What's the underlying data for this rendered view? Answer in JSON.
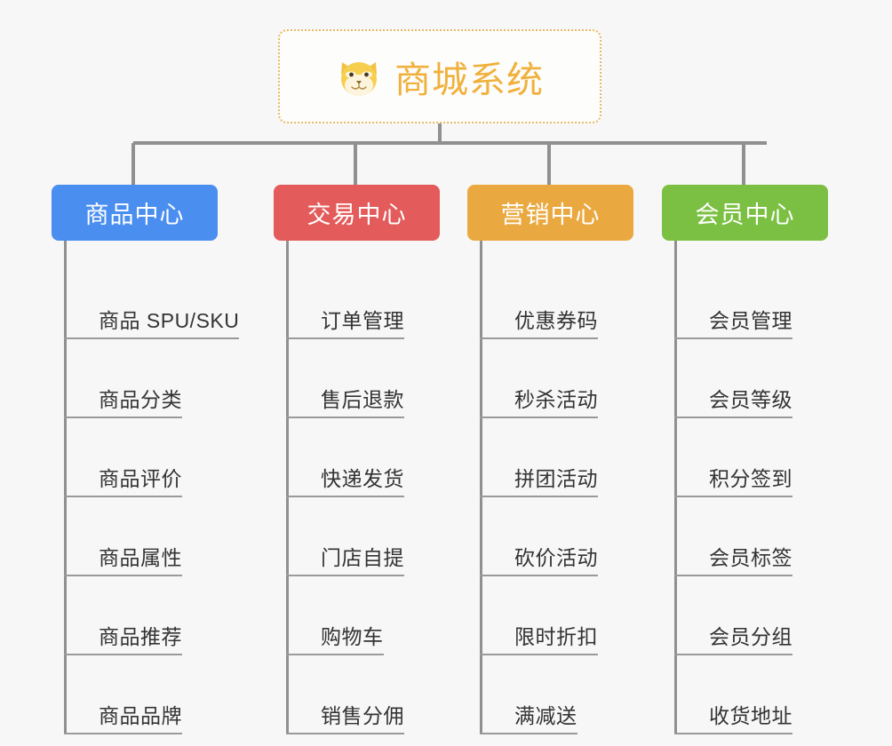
{
  "page": {
    "background_color": "#f7f7f7",
    "line_color": "#909090",
    "rule_color": "#9a9a9a"
  },
  "root": {
    "title": "商城系统",
    "icon": "shiba-dog-face-icon",
    "text_color": "#f0b13c",
    "border_color": "#e8b964",
    "background_color": "#fdfdfc"
  },
  "columns": [
    {
      "id": "product-center",
      "header": "商品中心",
      "color": "#4a8ef0",
      "items": [
        "商品 SPU/SKU",
        "商品分类",
        "商品评价",
        "商品属性",
        "商品推荐",
        "商品品牌"
      ]
    },
    {
      "id": "trade-center",
      "header": "交易中心",
      "color": "#e35b5b",
      "items": [
        "订单管理",
        "售后退款",
        "快递发货",
        "门店自提",
        "购物车",
        "销售分佣"
      ]
    },
    {
      "id": "marketing-center",
      "header": "营销中心",
      "color": "#eaa940",
      "items": [
        "优惠券码",
        "秒杀活动",
        "拼团活动",
        "砍价活动",
        "限时折扣",
        "满减送"
      ]
    },
    {
      "id": "member-center",
      "header": "会员中心",
      "color": "#7bc043",
      "items": [
        "会员管理",
        "会员等级",
        "积分签到",
        "会员标签",
        "会员分组",
        "收货地址"
      ]
    }
  ]
}
